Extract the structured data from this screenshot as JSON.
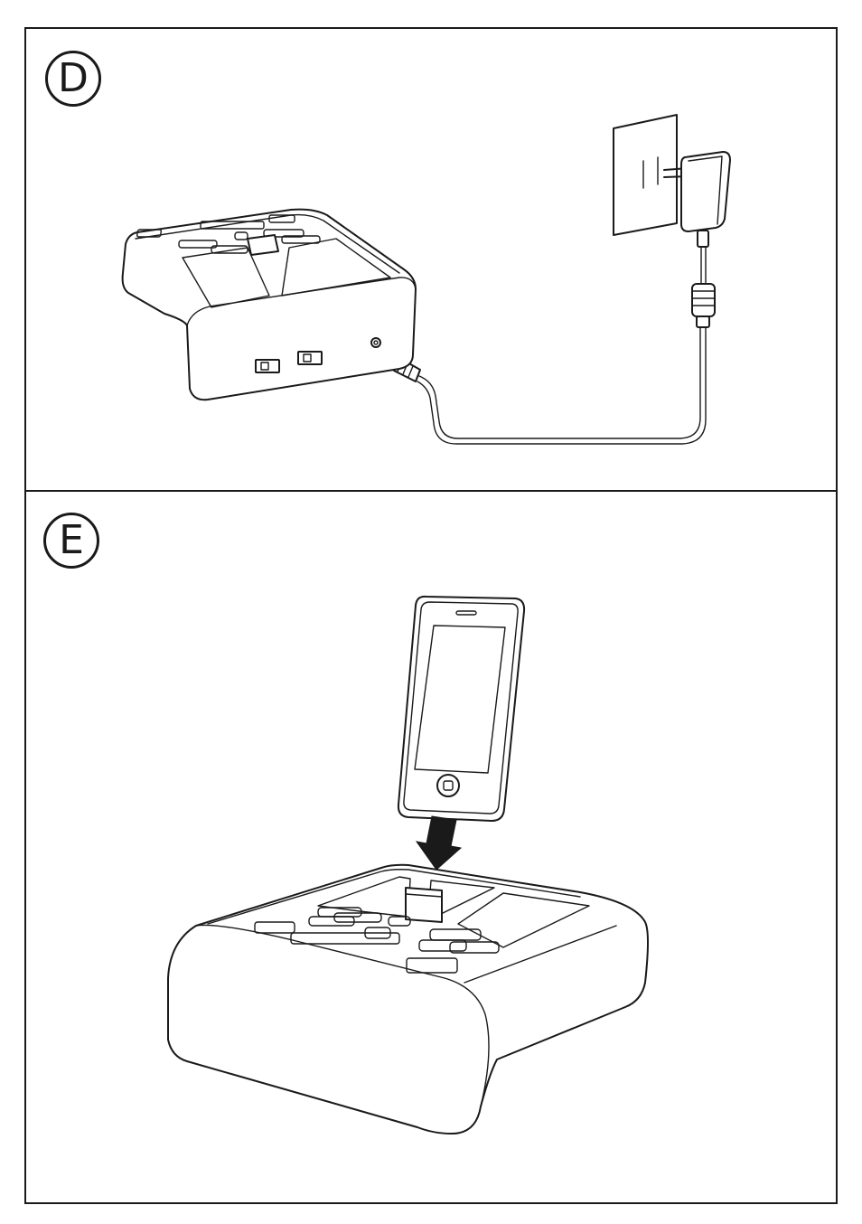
{
  "steps": [
    {
      "id": "D",
      "label": "D",
      "illustration": "connect-power-adapter"
    },
    {
      "id": "E",
      "label": "E",
      "illustration": "dock-phone"
    }
  ],
  "colors": {
    "line": "#1a1a1a",
    "background": "#ffffff"
  },
  "icons": [
    "speaker-dock",
    "power-adapter",
    "wall-outlet",
    "power-cable",
    "smartphone",
    "down-arrow"
  ]
}
